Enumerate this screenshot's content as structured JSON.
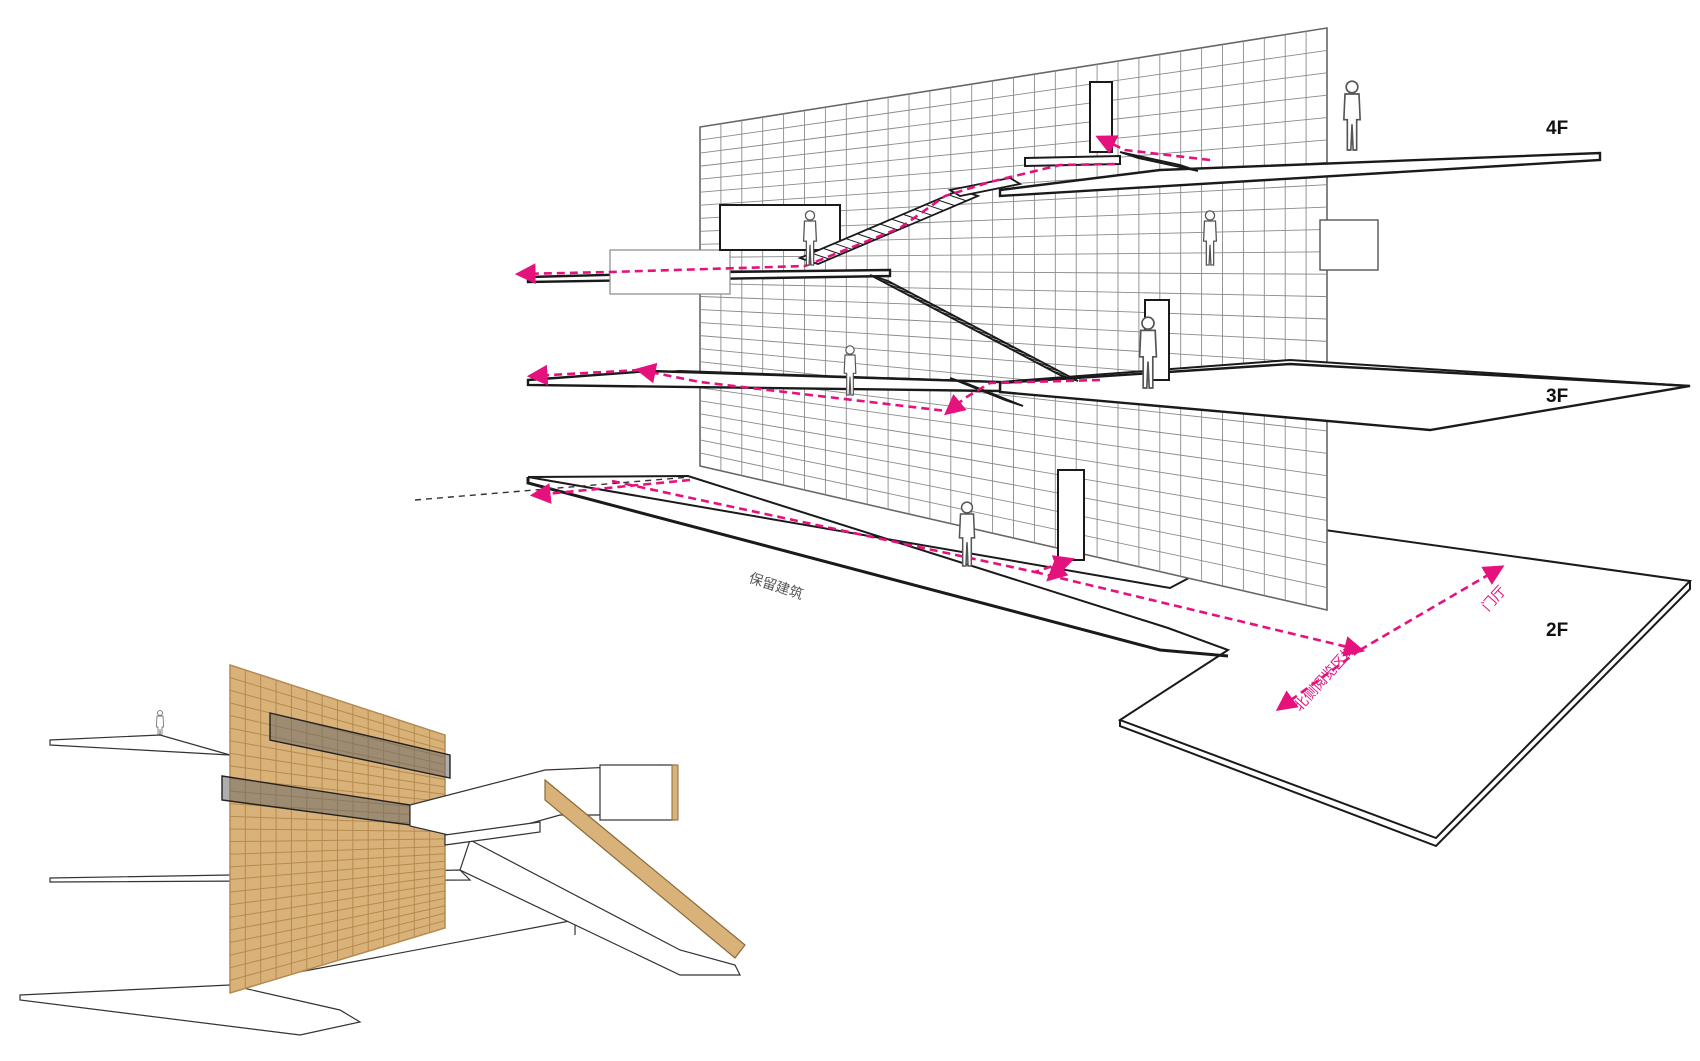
{
  "floors": [
    {
      "id": "4f",
      "label": "4F"
    },
    {
      "id": "3f",
      "label": "3F"
    },
    {
      "id": "2f",
      "label": "2F"
    }
  ],
  "annotations": {
    "retained_building": "保留建筑",
    "entrance_hall": "门厅",
    "north_reading_area": "北侧阅览区域"
  },
  "colors": {
    "circulation": "#e5127d",
    "line": "#1a1a1a",
    "grid": "#8a8a8a",
    "timber": "#d9b27a",
    "timber_dark": "#b58a4e",
    "annotation_grey": "#555555"
  }
}
